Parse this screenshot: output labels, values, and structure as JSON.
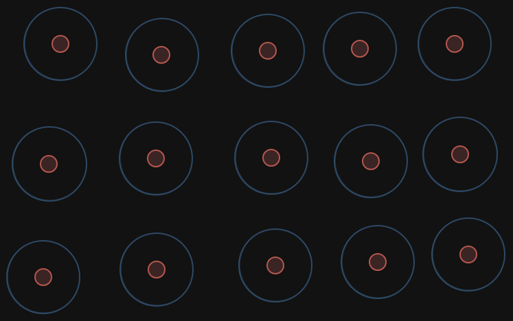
{
  "diagram": {
    "grid": {
      "rows": 3,
      "columns": 5
    },
    "colors": {
      "background": "#121212",
      "outer_circle_stroke": "#2e4a66",
      "inner_dot_fill": "#3a2424",
      "inner_dot_stroke": "#b5574e"
    },
    "item_shape": "circle-with-center-dot",
    "item_count": 15
  }
}
